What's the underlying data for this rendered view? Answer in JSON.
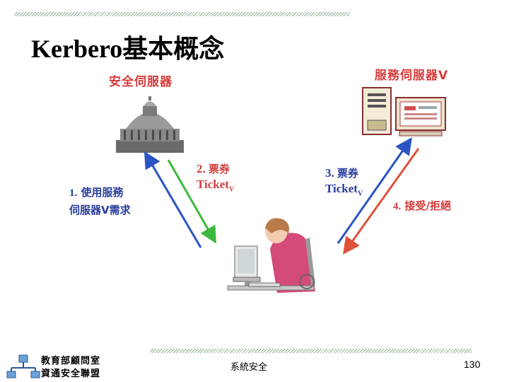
{
  "slide": {
    "title": "Kerbero基本概念",
    "footer_text": "系統安全",
    "page_number": "130",
    "org_line1": "教育部顧問室",
    "org_line2": "資通安全聯盟"
  },
  "diagram": {
    "security_server_label": "安全伺服器",
    "service_server_label": "服務伺服器V",
    "step1_line1_num": "1.",
    "step1_line1_text": "使用服務",
    "step1_line2": "伺服器V需求",
    "step2_head_num": "2.",
    "step2_head_text": "票券",
    "step2_ticket": "Ticket",
    "step2_ticket_sub": "V",
    "step3_head_num": "3.",
    "step3_head_text": "票券",
    "step3_ticket": "Ticket",
    "step3_ticket_sub": "V",
    "step4_num": "4.",
    "step4_text": "接受/拒絕",
    "colors": {
      "label_red": "#d83a3a",
      "label_blue": "#2a3d9c",
      "arrow_blue": "#2a54c4",
      "arrow_green": "#3cb83c",
      "arrow_red": "#e0503a"
    }
  }
}
